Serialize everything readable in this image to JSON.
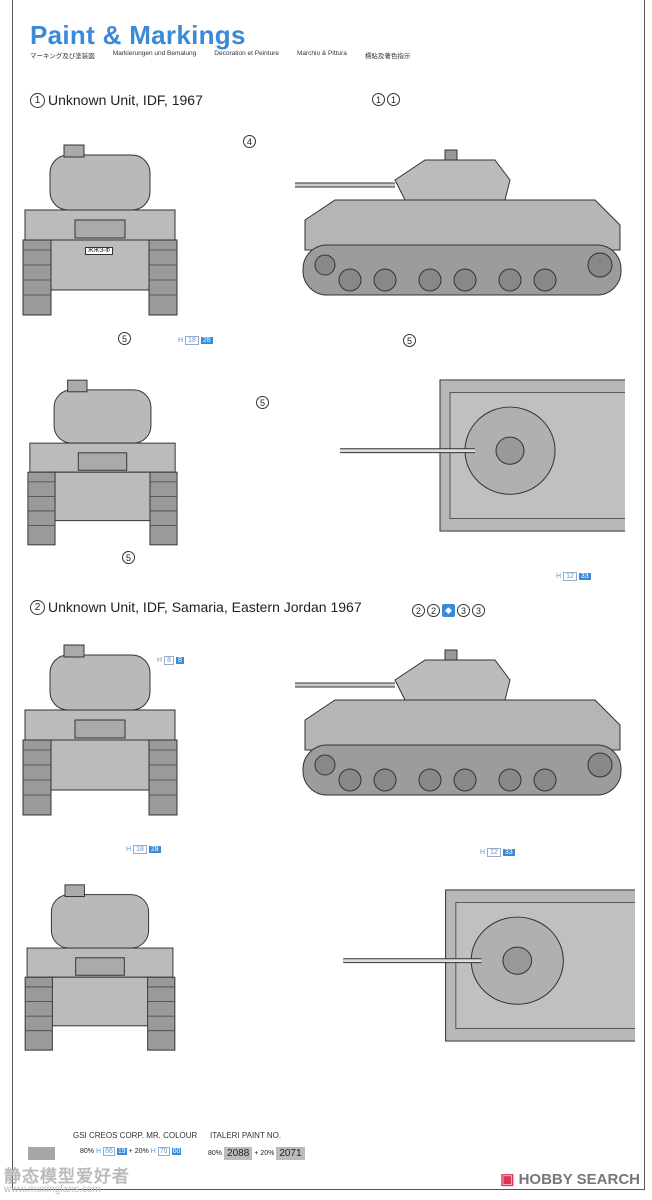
{
  "header": {
    "title": "Paint & Markings",
    "subtitles": [
      "マーキング及び塗装図",
      "Markierungen und Bemalung",
      "Decoration et Peinture",
      "Marchio & Pittura",
      "標貼及著色指示"
    ]
  },
  "schemes": [
    {
      "number": "1",
      "title": "Unknown Unit, IDF, 1967",
      "callouts": {
        "turret": [
          "1",
          "1"
        ],
        "gun": "4",
        "side_plate": "5",
        "front_plate": "5",
        "top_plate": "5",
        "rear_plate": "5"
      },
      "paints": [
        {
          "h": "H",
          "n": "18",
          "b": "28"
        },
        {
          "h": "H",
          "n": "12",
          "b": "33"
        }
      ],
      "hull_marking": "ЖЖЭ-Ф"
    },
    {
      "number": "2",
      "title": "Unknown Unit, IDF, Samaria, Eastern Jordan 1967",
      "callouts": {
        "turret": [
          "2",
          "2",
          "3",
          "3"
        ]
      },
      "paints": [
        {
          "h": "H",
          "n": "8",
          "b": "8"
        },
        {
          "h": "H",
          "n": "18",
          "b": "28"
        },
        {
          "h": "H",
          "n": "12",
          "b": "33"
        }
      ]
    }
  ],
  "legend": {
    "creos_label": "GSI CREOS CORP. MR. COLOUR",
    "italeri_label": "ITALERI PAINT NO.",
    "creos_mix": {
      "p1": "80%",
      "h1": "H",
      "n1": "66",
      "b1": "19",
      "plus": "+ 20%",
      "h2": "H",
      "n2": "70",
      "b2": "60"
    },
    "italeri_mix": {
      "p1": "80%",
      "v1": "2088",
      "plus": "+ 20%",
      "v2": "2071"
    },
    "swatch_color": "#a7a7a7"
  },
  "watermark": {
    "cn": "静态模型爱好者",
    "url": "www.moxingfans.com",
    "brand": "HOBBY SEARCH"
  }
}
